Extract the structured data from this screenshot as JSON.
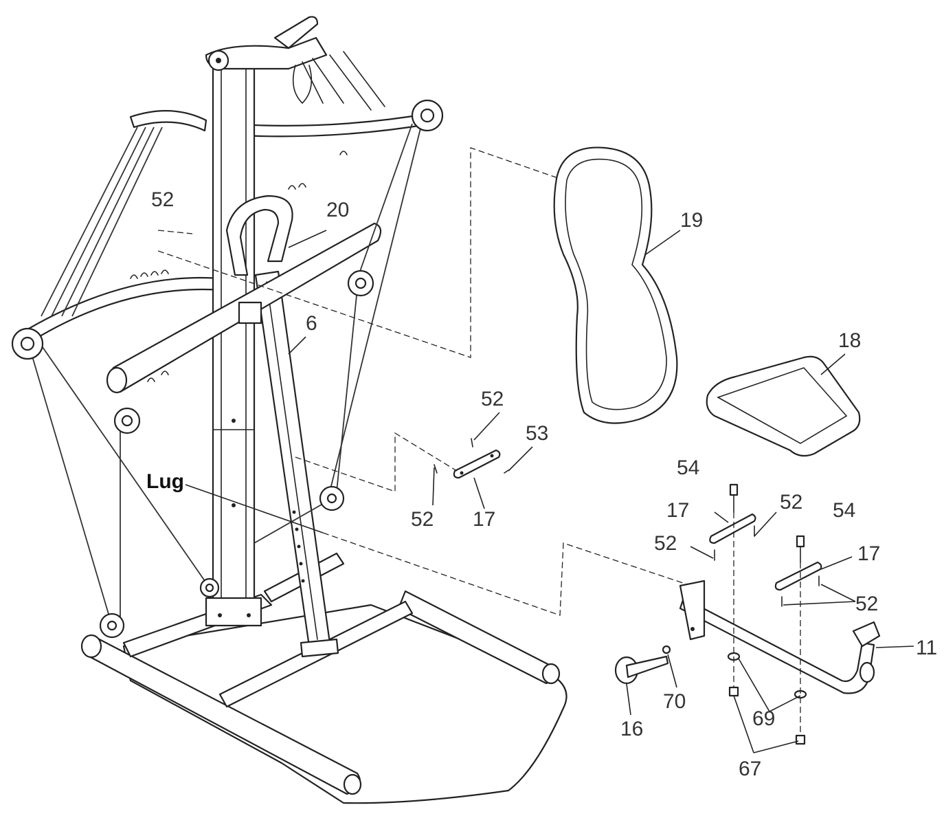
{
  "callouts": {
    "c52_top": "52",
    "c20": "20",
    "c19": "19",
    "c18": "18",
    "c6": "6",
    "c52_mid": "52",
    "c53": "53",
    "c52_low": "52",
    "c17_mid": "17",
    "lug": "Lug",
    "c54_a": "54",
    "c17_a": "17",
    "c52_a": "52",
    "c52_b": "52",
    "c54_b": "54",
    "c17_b": "17",
    "c52_c": "52",
    "c11": "11",
    "c70": "70",
    "c16": "16",
    "c69": "69",
    "c67": "67"
  },
  "colors": {
    "line": "#222222",
    "background": "#ffffff",
    "text": "#333333"
  }
}
